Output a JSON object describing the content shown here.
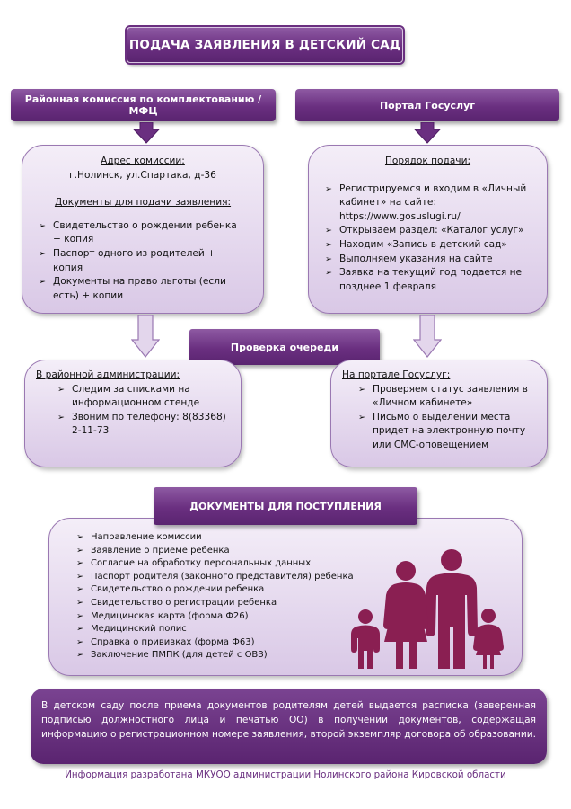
{
  "title": "ПОДАЧА ЗАЯВЛЕНИЯ В ДЕТСКИЙ САД",
  "left_column": {
    "header": "Районная комиссия по комплектованию / МФЦ",
    "address_label": "Адрес комиссии:",
    "address_value": "г.Нолинск, ул.Спартака, д-36",
    "docs_label": "Документы для подачи заявления:",
    "docs_items": [
      "Свидетельство о рождении ребенка + копия",
      "Паспорт одного из родителей + копия",
      "Документы на право льготы (если есть) + копии"
    ]
  },
  "right_column": {
    "header": "Портал Госуслуг",
    "order_label": "Порядок подачи:",
    "order_items": [
      "Регистрируемся и входим в «Личный кабинет» на сайте: https://www.gosuslugi.ru/",
      "Открываем раздел: «Каталог услуг»",
      "Находим «Запись в детский сад»",
      "Выполняем указания на сайте",
      "Заявка на текущий год подается не позднее 1 февраля"
    ]
  },
  "queue_check": {
    "label": "Проверка очереди",
    "admin": {
      "label": "В районной администрации:",
      "items": [
        "Следим за списками на информационном стенде",
        "Звоним по телефону: 8(83368) 2-11-73"
      ]
    },
    "portal": {
      "label": "На портале Госуслуг:",
      "items": [
        "Проверяем статус заявления в «Личном кабинете»",
        "Письмо о выделении места придет на электронную почту или СМС-оповещением"
      ]
    }
  },
  "admission_docs": {
    "header": "ДОКУМЕНТЫ ДЛЯ ПОСТУПЛЕНИЯ",
    "items": [
      "Направление комиссии",
      "Заявление о приеме ребенка",
      "Согласие на обработку персональных данных",
      "Паспорт родителя (законного представителя) ребенка",
      "Свидетельство о рождении ребенка",
      "Свидетельство о регистрации ребенка",
      "Медицинская карта (форма Ф26)",
      "Медицинский полис",
      "Справка о прививках (форма Ф63)",
      "Заключение ПМПК (для детей с ОВЗ)"
    ],
    "illustration_icon": "family-icon"
  },
  "final_note": "В детском саду после приема документов родителям детей выдается расписка (заверенная подписью должностного лица и печатью ОО) в получении документов, содержащая информацию о регистрационном номере заявления, второй экземпляр договора об образовании.",
  "footer": "Информация разработана МКУОО администрации Нолинского района Кировской области",
  "colors": {
    "banner": "#6a2f80",
    "panel_light": "#e6dcef",
    "arrow_light": "#e3d6ec",
    "silhouette": "#8a1f52",
    "footer_text": "#6a2f80"
  }
}
